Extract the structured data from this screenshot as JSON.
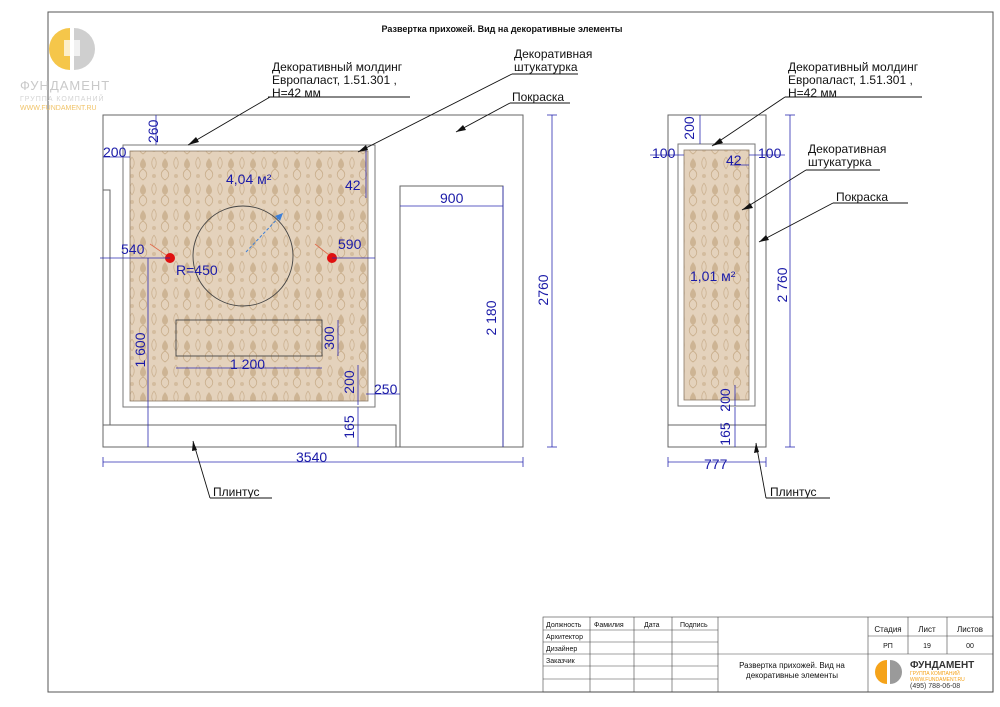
{
  "sheet": {
    "title": "Развертка прихожей. Вид на декоративные элементы"
  },
  "logo": {
    "name": "ФУНДАМЕНТ",
    "sub": "ГРУППА КОМПАНИЙ",
    "site": "WWW.FUNDAMENT.RU",
    "colors": {
      "orange": "#f5a31a",
      "gray": "#9a9a9a"
    }
  },
  "colors": {
    "dimension": "#1a1aa8",
    "plaster": "#e4d2bc",
    "marker": "#e01010",
    "radius": "#3d7fd6"
  },
  "left_view": {
    "labels": {
      "molding": [
        "Декоративный молдинг",
        "Европаласт, 1.51.301 ,",
        "Н=42 мм"
      ],
      "plaster": [
        "Декоративная",
        "штукатурка"
      ],
      "paint": "Покраска",
      "plinth": "Плинтус"
    },
    "area": "4,04 м²",
    "radius": "R=450",
    "dims": {
      "d260": "260",
      "d200_left": "200",
      "d42": "42",
      "d900": "900",
      "d540": "540",
      "d590": "590",
      "d2760": "2760",
      "d2180": "2 180",
      "d1600": "1 600",
      "d300": "300",
      "d1200": "1 200",
      "d200_bottom": "200",
      "d250": "250",
      "d165": "165",
      "d3540": "3540"
    }
  },
  "right_view": {
    "labels": {
      "molding": [
        "Декоративный молдинг",
        "Европаласт, 1.51.301 ,",
        "Н=42 мм"
      ],
      "plaster": [
        "Декоративная",
        "штукатурка"
      ],
      "paint": "Покраска",
      "plinth": "Плинтус"
    },
    "area": "1,01 м²",
    "dims": {
      "d200_top": "200",
      "d100_left": "100",
      "d42": "42",
      "d100_right": "100",
      "d2760": "2 760",
      "d200_bottom": "200",
      "d165": "165",
      "d777": "777"
    }
  },
  "title_block": {
    "headers": [
      "Должность",
      "Фамилия",
      "Дата",
      "Подпись"
    ],
    "roles": [
      "Архитектор",
      "Дизайнер",
      "Заказчик"
    ],
    "description": [
      "Развертка прихожей. Вид на",
      "декоративные элементы"
    ],
    "stage_label": "Стадия",
    "sheet_label": "Лист",
    "sheets_label": "Листов",
    "stage": "РП",
    "sheet": "19",
    "sheets": "00",
    "company": "ФУНДАМЕНТ",
    "company_sub": "ГРУППА КОМПАНИЙ",
    "company_site": "WWW.FUNDAMENT.RU",
    "phone": "(495) 788-06-08"
  }
}
